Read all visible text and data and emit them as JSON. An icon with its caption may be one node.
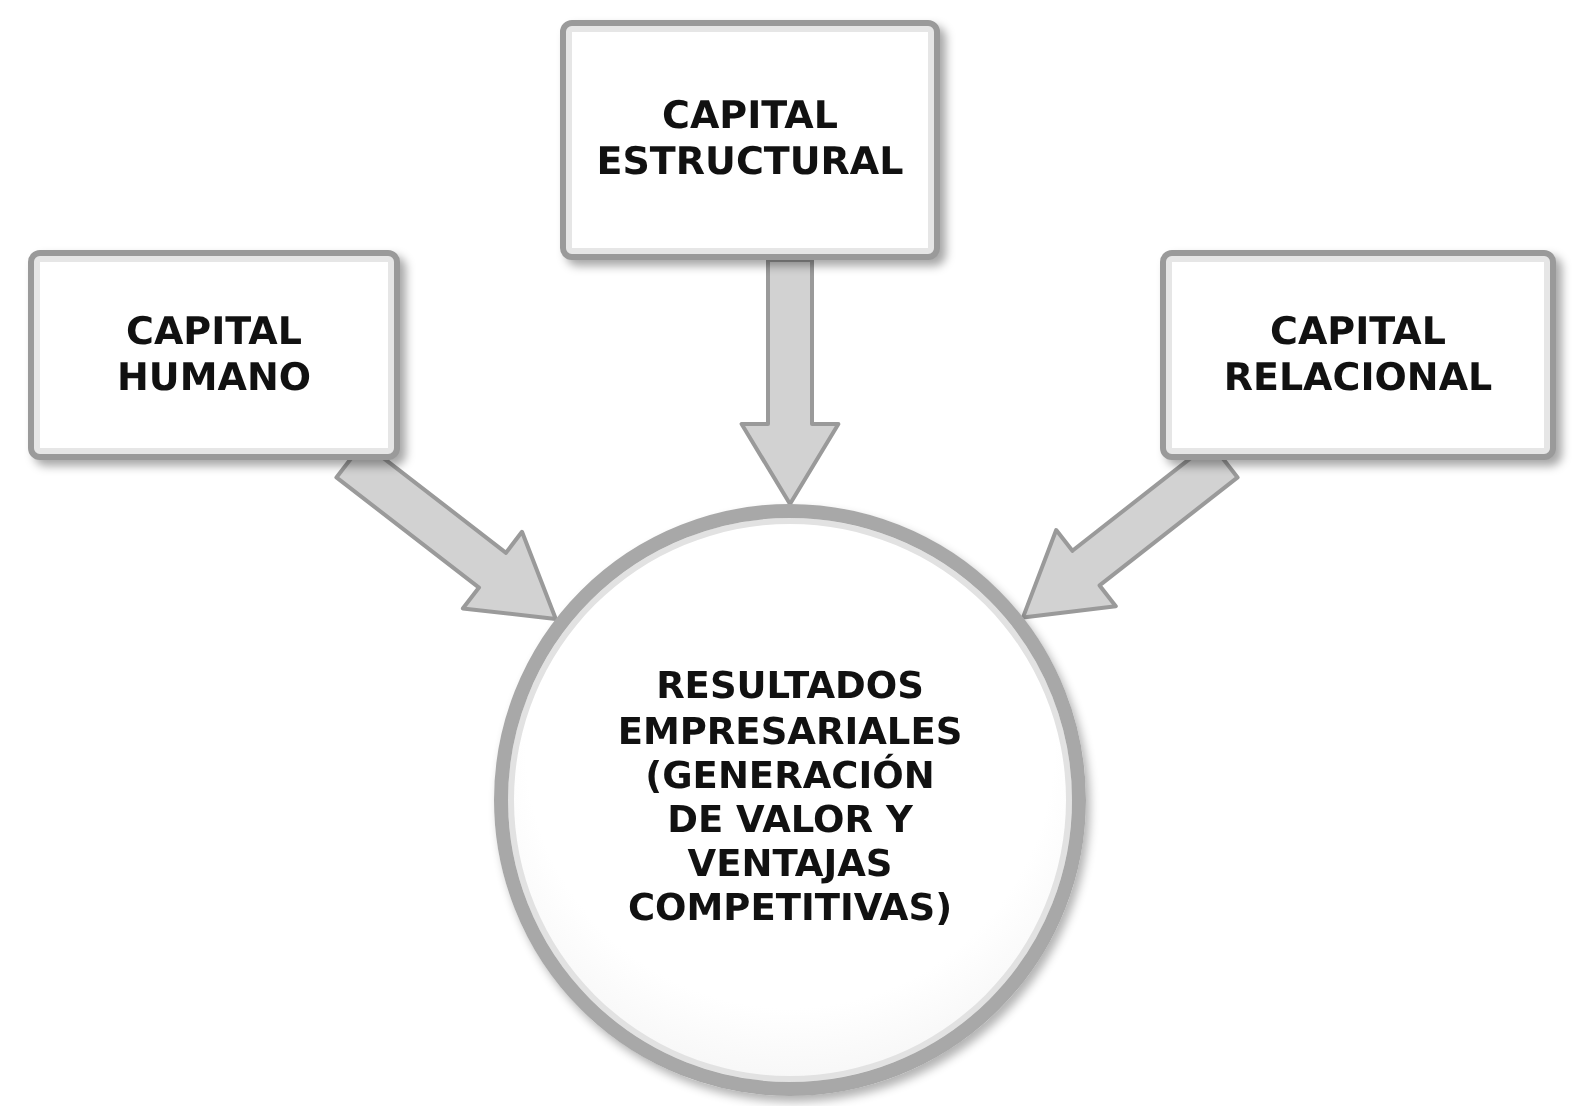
{
  "diagram": {
    "nodes": [
      {
        "text": [
          "CAPITAL HUMANO"
        ]
      },
      {
        "text": [
          "CAPITAL ESTRUCTURAL"
        ]
      },
      {
        "text": [
          "CAPITAL RELACIONAL"
        ]
      },
      {
        "text": [
          "RESULTADOS EMPRESARIALES (GENERACIÓN DE VALOR Y VENTAJAS COMPETITIVAS)"
        ]
      }
    ],
    "edges": [
      {
        "from": 0,
        "to": 3,
        "arrow": "to",
        "style": "thick"
      },
      {
        "from": 1,
        "to": 3,
        "arrow": "to",
        "style": "thick"
      },
      {
        "from": 2,
        "to": 3,
        "arrow": "to",
        "style": "thick"
      }
    ]
  }
}
